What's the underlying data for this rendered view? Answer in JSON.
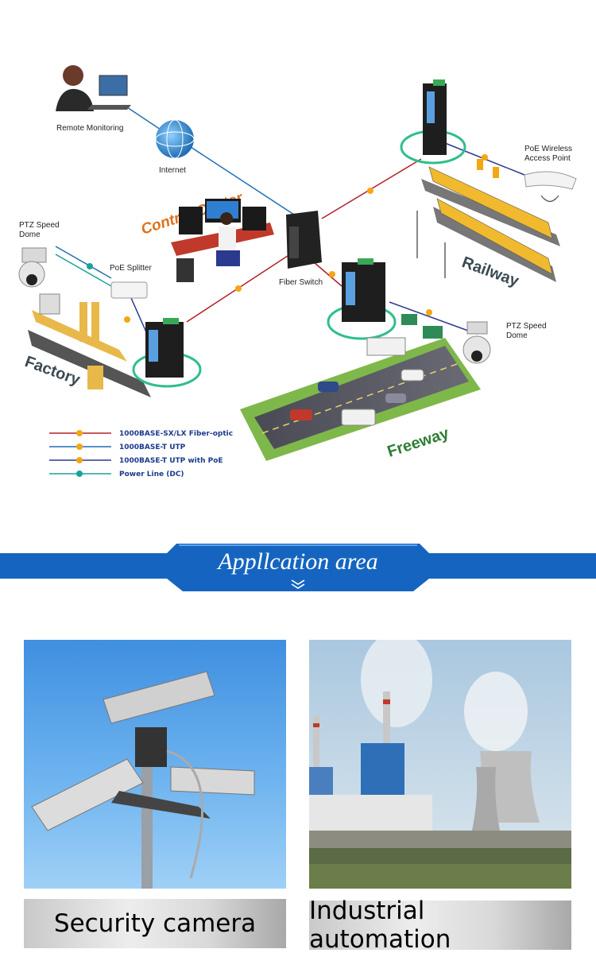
{
  "diagram": {
    "labels": {
      "remote_monitoring": "Remote Monitoring",
      "internet": "Internet",
      "control_center": "Control Center",
      "fiber_switch": "Fiber Switch",
      "ptz_left_1": "PTZ Speed",
      "ptz_left_2": "Dome",
      "poe_splitter": "PoE Splitter",
      "poe_ap_1": "PoE Wireless",
      "poe_ap_2": "Access Point",
      "ptz_right_1": "PTZ Speed",
      "ptz_right_2": "Dome",
      "factory": "Factory",
      "railway": "Railway",
      "freeway": "Freeway"
    },
    "legend": [
      {
        "text": "1000BASE-SX/LX Fiber-optic",
        "color": "#b3202a"
      },
      {
        "text": "1000BASE-T UTP",
        "color": "#1f6fb5"
      },
      {
        "text": "1000BASE-T UTP with PoE",
        "color": "#2b3a8f"
      },
      {
        "text": "Power Line (DC)",
        "color": "#1aa39a"
      }
    ],
    "colors": {
      "fiber": "#b3202a",
      "utp": "#1f6fb5",
      "poe": "#2b3a8f",
      "dc": "#1aa39a",
      "ring": "#2fbf8a",
      "control_center": "#e0701b"
    }
  },
  "banner": {
    "title": "Appllcation area",
    "icon": "chevron-down-icon",
    "color": "#1565c0"
  },
  "applications": [
    {
      "caption": "Security camera",
      "image": "security-camera-photo"
    },
    {
      "caption": "Industrial automation",
      "image": "power-plant-photo"
    }
  ]
}
